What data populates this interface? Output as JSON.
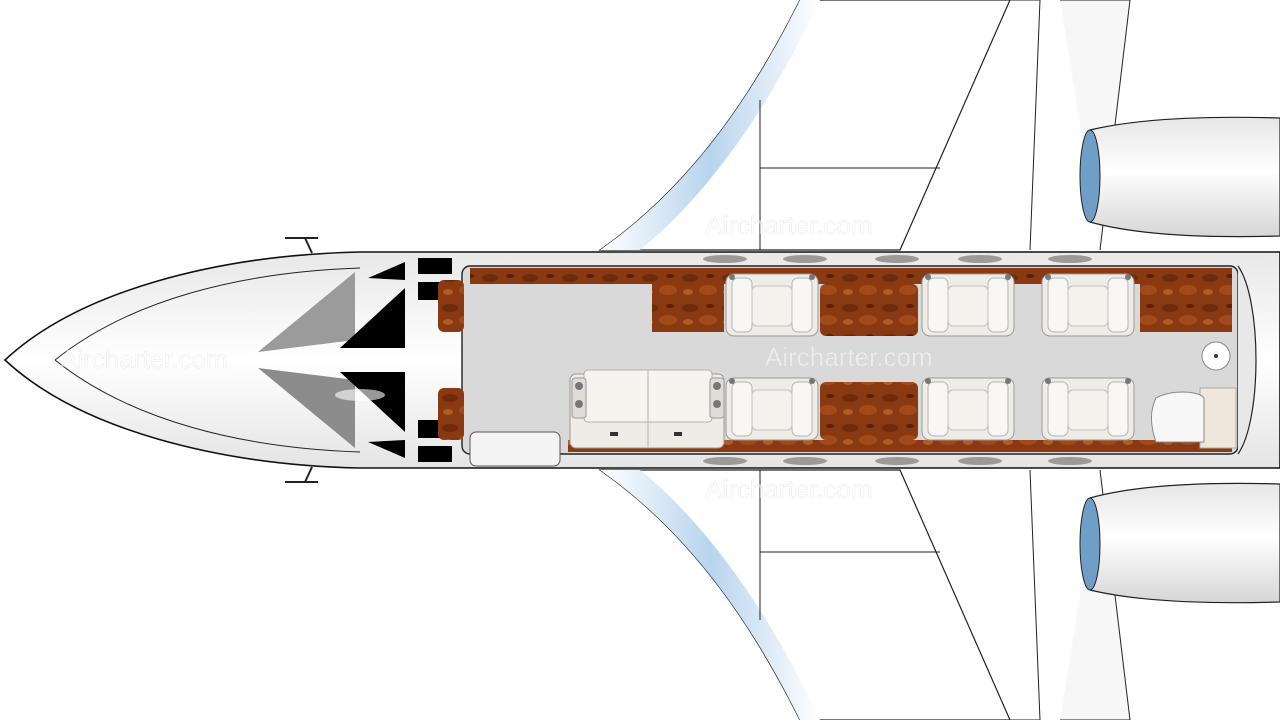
{
  "diagram": {
    "type": "aircraft-cabin-seating-layout",
    "watermark_text": "Aircharter.com",
    "cabin": {
      "club_seats_forward_pair": 2,
      "club_seats_aft_group": 4,
      "divan_seats": 1,
      "lavatory": true,
      "galley_cabinet": true
    },
    "colors": {
      "fuselage": "#f4f4f4",
      "outline": "#111111",
      "wood_veneer": "#8a3a12",
      "carpet": "#d9d9d9",
      "seat_leather": "#f2f0ea",
      "cockpit_window": "#000000",
      "engine_inlet": "#6f9ec7"
    }
  }
}
